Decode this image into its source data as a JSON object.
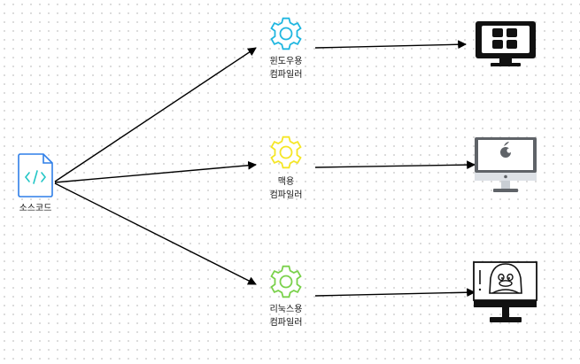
{
  "source": {
    "label": "소스코드"
  },
  "compilers": [
    {
      "line1": "윈도우용",
      "line2": "컴파일러",
      "color": "#1fb6e0"
    },
    {
      "line1": "맥용",
      "line2": "컴파일러",
      "color": "#f5e626"
    },
    {
      "line1": "리눅스용",
      "line2": "컴파일러",
      "color": "#7ad14b"
    }
  ],
  "targets": [
    {
      "platform": "windows",
      "icon": "windows-monitor-icon"
    },
    {
      "platform": "mac",
      "icon": "imac-apple-icon"
    },
    {
      "platform": "linux",
      "icon": "linux-tux-monitor-icon"
    }
  ],
  "colors": {
    "code_file": "#2f7fe8",
    "code_symbol": "#23c6c6",
    "arrow": "#000000"
  }
}
